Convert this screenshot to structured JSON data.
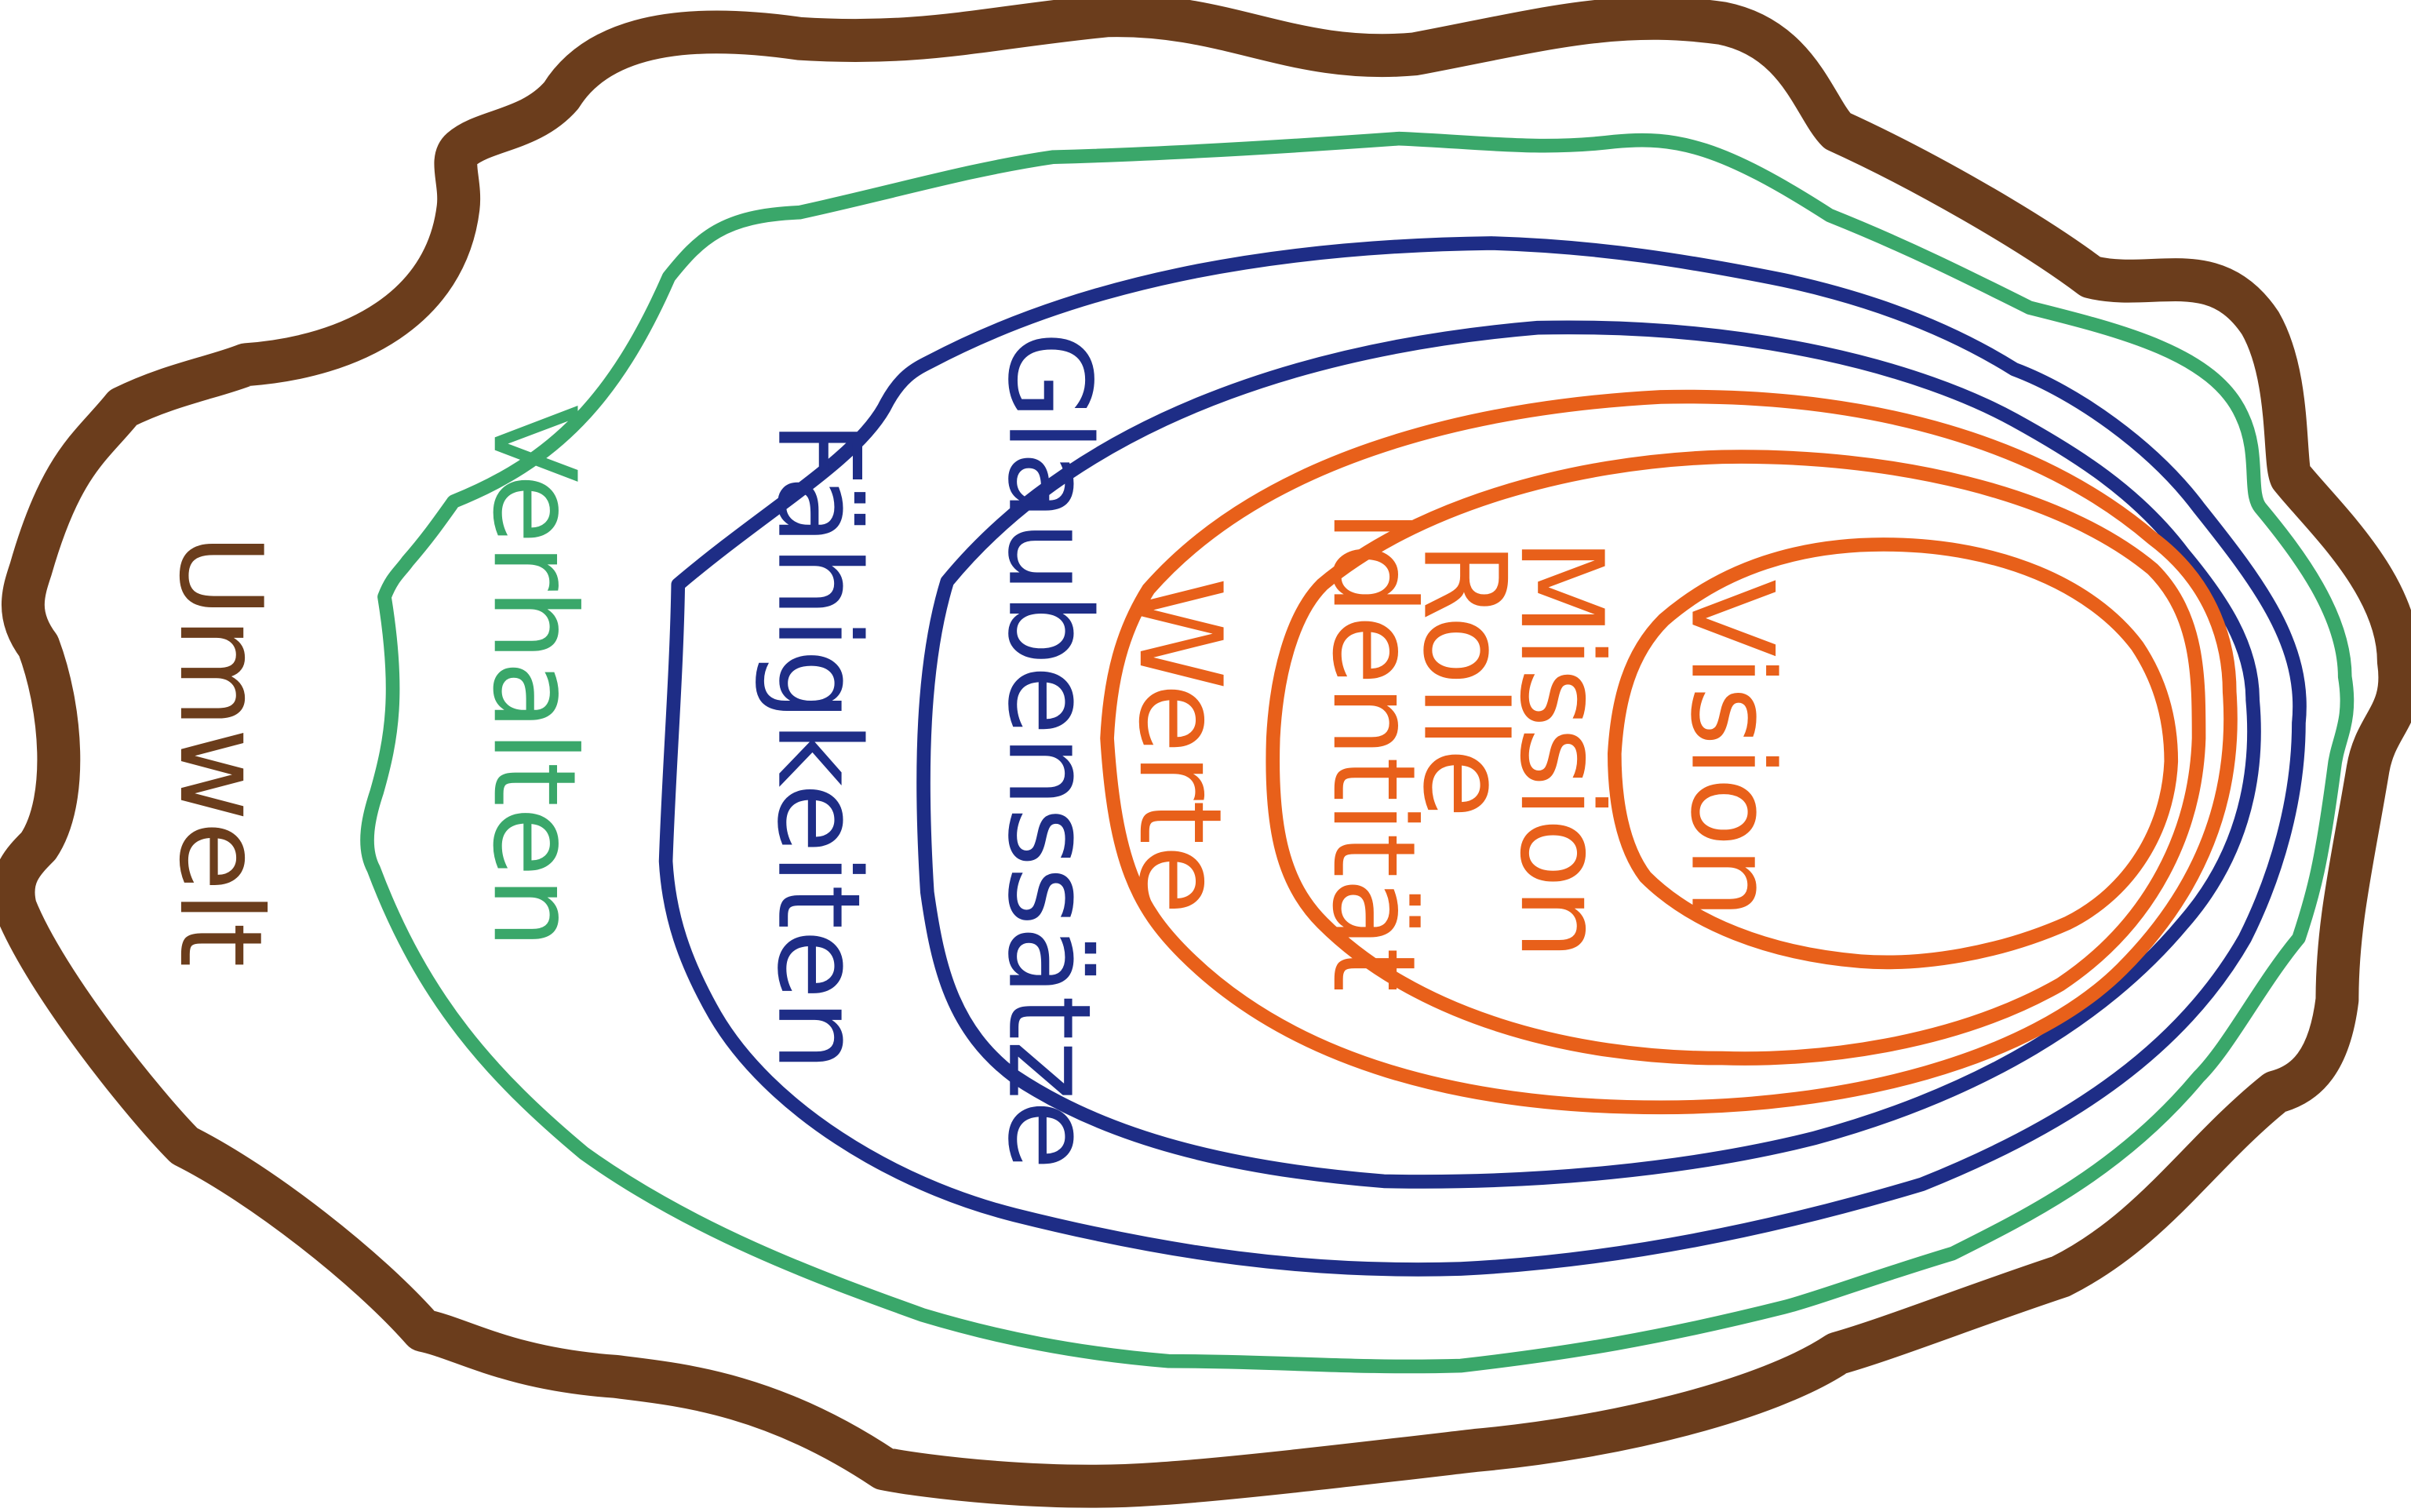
{
  "colors": {
    "environment": "#6b3d1c",
    "behavior": "#3aa76a",
    "capabilities_beliefs": "#1e2d86",
    "inner_levels": "#e8601a"
  },
  "levels": {
    "umwelt": "Umwelt",
    "verhalten": "Verhalten",
    "faehigkeiten": "Fähigkeiten",
    "glaubenssaetze": "Glaubenssätze",
    "werte": "Werte",
    "identitaet": "Identität",
    "rolle": "Rolle",
    "mission": "Mission",
    "vision": "Vision"
  }
}
